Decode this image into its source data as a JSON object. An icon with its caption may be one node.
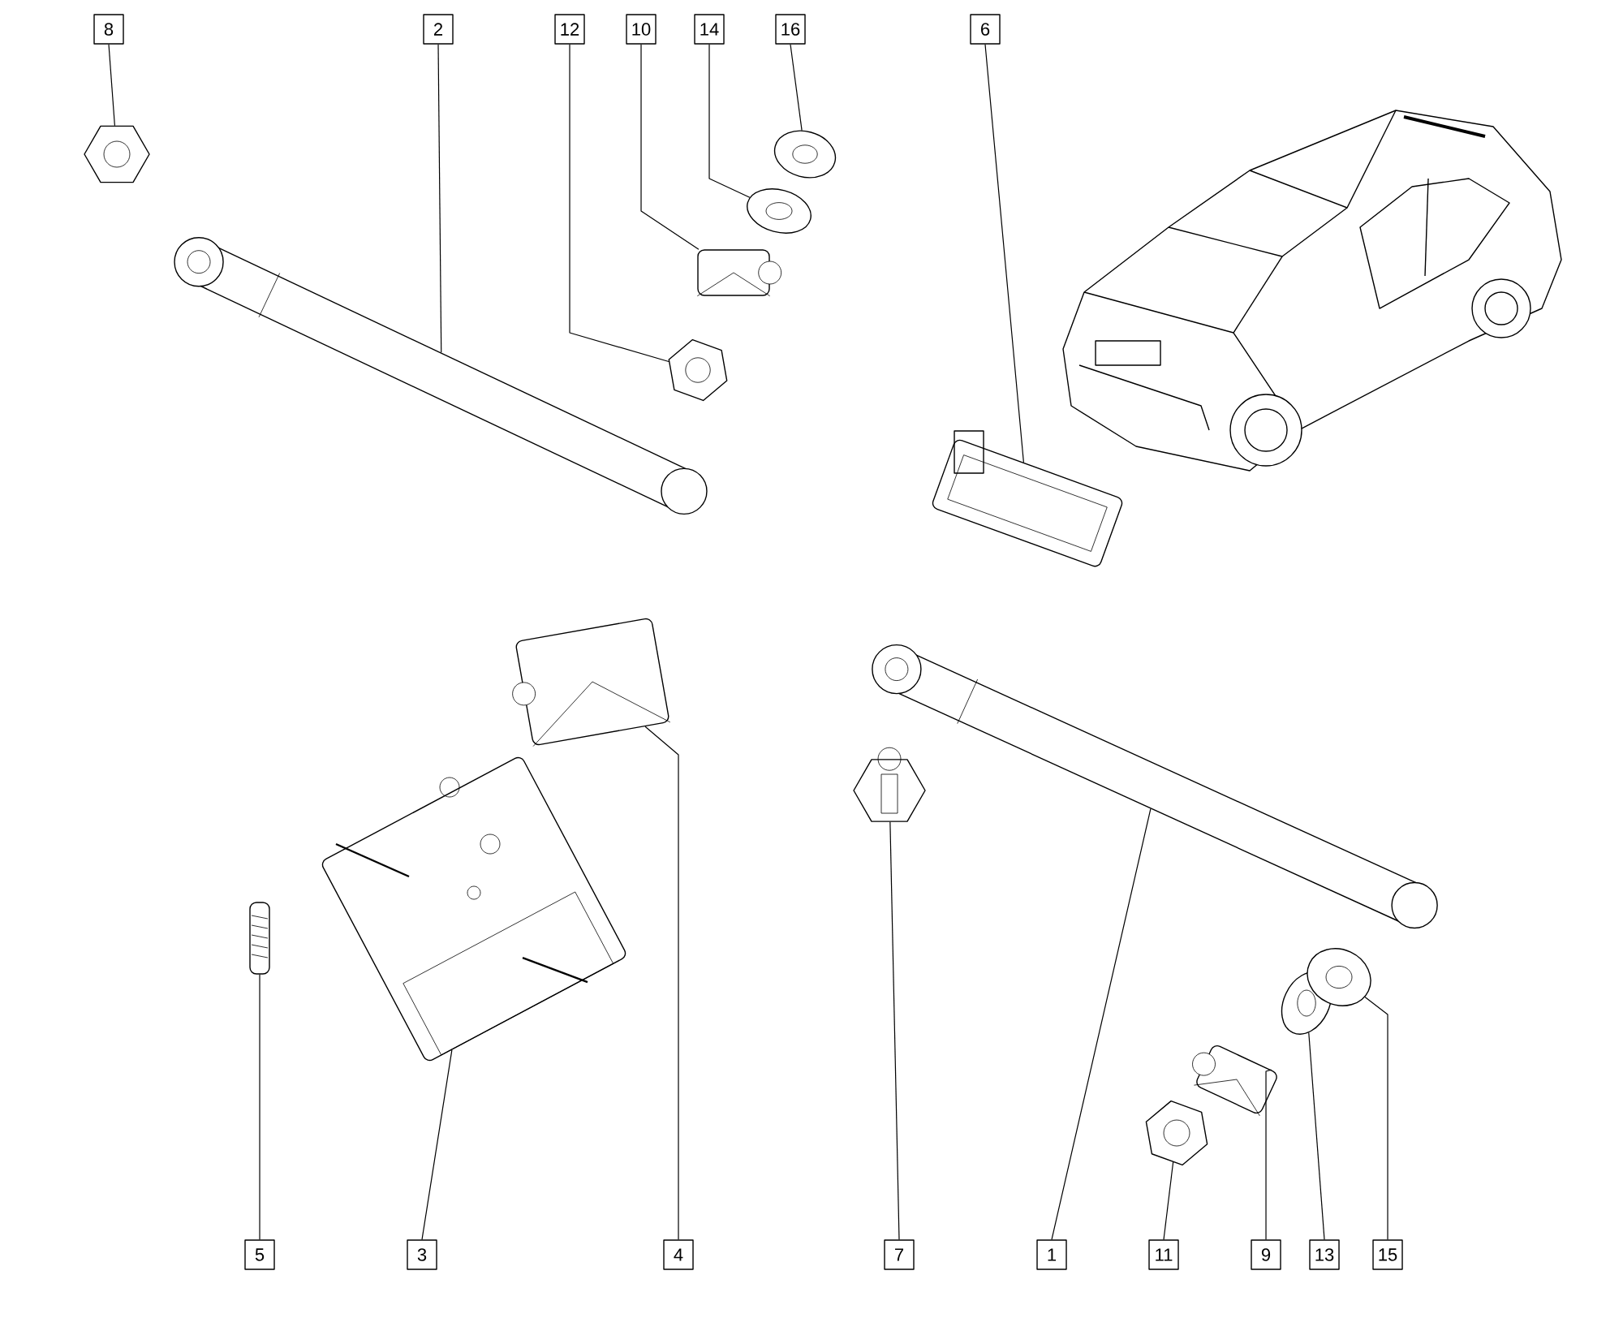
{
  "diagram": {
    "nodes": [
      {
        "text": [
          "8"
        ]
      },
      {
        "text": [
          "2"
        ]
      },
      {
        "text": [
          "12"
        ]
      },
      {
        "text": [
          "10"
        ]
      },
      {
        "text": [
          "14"
        ]
      },
      {
        "text": [
          "16"
        ]
      },
      {
        "text": [
          "6"
        ]
      },
      {
        "text": [
          "5"
        ]
      },
      {
        "text": [
          "3"
        ]
      },
      {
        "text": [
          "4"
        ]
      },
      {
        "text": [
          "7"
        ]
      },
      {
        "text": [
          "1"
        ]
      },
      {
        "text": [
          "11"
        ]
      },
      {
        "text": [
          "9"
        ]
      },
      {
        "text": [
          "13"
        ]
      },
      {
        "text": [
          "15"
        ]
      },
      {
        "text": [],
        "shape": "picture"
      },
      {
        "text": [],
        "shape": "picture"
      },
      {
        "text": [],
        "shape": "picture"
      },
      {
        "text": [],
        "shape": "picture"
      },
      {
        "text": [],
        "shape": "picture"
      },
      {
        "text": [],
        "shape": "picture"
      },
      {
        "text": [],
        "shape": "picture"
      },
      {
        "text": [],
        "shape": "picture"
      },
      {
        "text": [],
        "shape": "picture"
      },
      {
        "text": [],
        "shape": "picture"
      },
      {
        "text": [],
        "shape": "picture"
      },
      {
        "text": [],
        "shape": "picture"
      },
      {
        "text": [],
        "shape": "picture"
      },
      {
        "text": [],
        "shape": "picture"
      },
      {
        "text": [],
        "shape": "picture"
      },
      {
        "text": [],
        "shape": "picture"
      }
    ],
    "edges": [
      {
        "from": 0,
        "to": 16,
        "arrow": "none"
      },
      {
        "from": 1,
        "to": 17,
        "arrow": "none"
      },
      {
        "from": 2,
        "to": 18,
        "arrow": "none"
      },
      {
        "from": 3,
        "to": 19,
        "arrow": "none"
      },
      {
        "from": 4,
        "to": 20,
        "arrow": "none"
      },
      {
        "from": 5,
        "to": 21,
        "arrow": "none"
      },
      {
        "from": 6,
        "to": 22,
        "arrow": "none"
      },
      {
        "from": 7,
        "to": 23,
        "arrow": "none"
      },
      {
        "from": 8,
        "to": 24,
        "arrow": "none"
      },
      {
        "from": 9,
        "to": 25,
        "arrow": "none"
      },
      {
        "from": 10,
        "to": 26,
        "arrow": "none"
      },
      {
        "from": 11,
        "to": 27,
        "arrow": "none"
      },
      {
        "from": 12,
        "to": 28,
        "arrow": "none"
      },
      {
        "from": 13,
        "to": 29,
        "arrow": "none"
      },
      {
        "from": 14,
        "to": 30,
        "arrow": "none"
      },
      {
        "from": 15,
        "to": 31,
        "arrow": "none"
      }
    ]
  }
}
